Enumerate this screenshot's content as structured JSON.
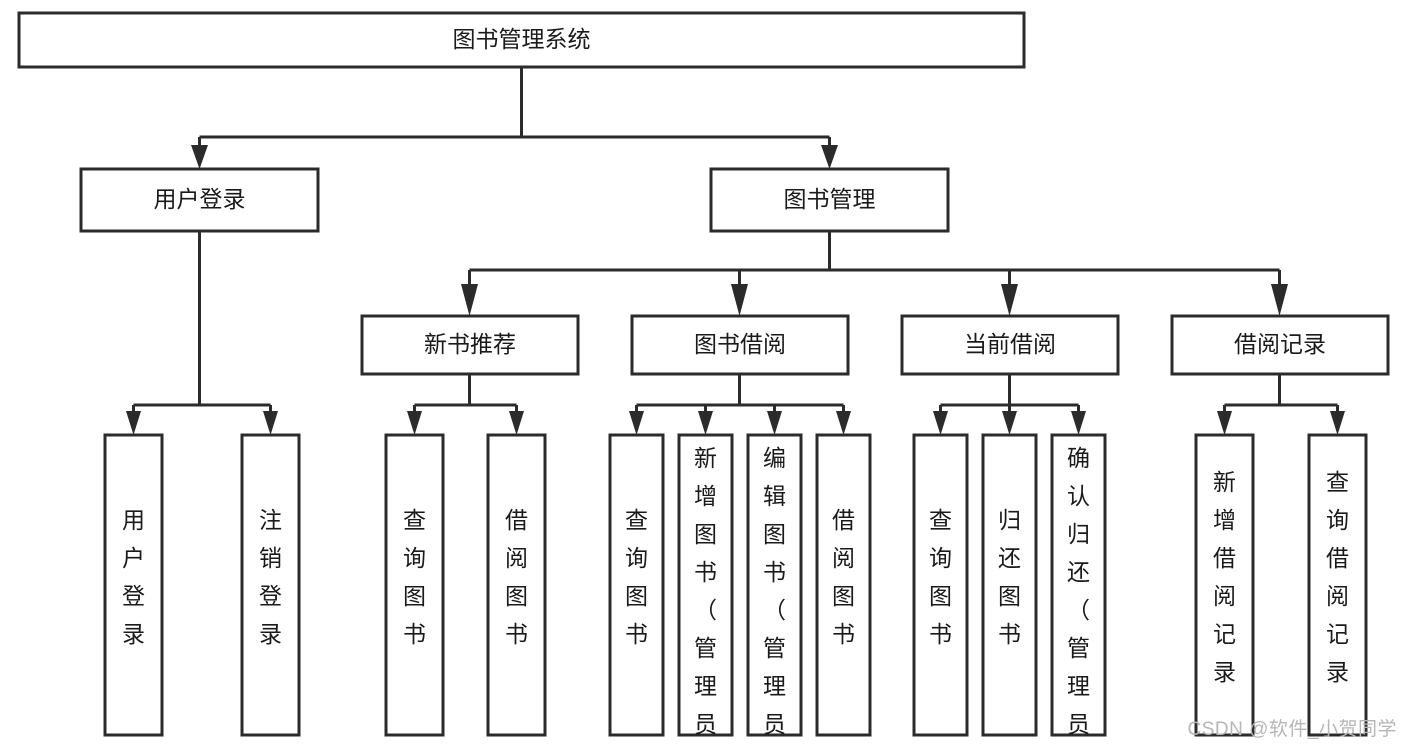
{
  "diagram": {
    "type": "tree",
    "title": "图书管理系统",
    "watermark": "CSDN @软件_小贺同学",
    "colors": {
      "stroke": "#2b2b2b",
      "fill": "#ffffff",
      "text": "#1a1a1a",
      "watermark": "#b6b6b6",
      "background": "#ffffff"
    },
    "levels": [
      {
        "level": 1,
        "nodes": [
          {
            "id": "root",
            "label": "图书管理系统",
            "orientation": "horizontal"
          }
        ]
      },
      {
        "level": 2,
        "nodes": [
          {
            "id": "user-login",
            "label": "用户登录",
            "orientation": "horizontal",
            "parent": "root"
          },
          {
            "id": "book-manage",
            "label": "图书管理",
            "orientation": "horizontal",
            "parent": "root"
          }
        ]
      },
      {
        "level": 3,
        "nodes": [
          {
            "id": "new-book-rec",
            "label": "新书推荐",
            "orientation": "horizontal",
            "parent": "book-manage"
          },
          {
            "id": "book-borrow",
            "label": "图书借阅",
            "orientation": "horizontal",
            "parent": "book-manage"
          },
          {
            "id": "current-borrow",
            "label": "当前借阅",
            "orientation": "horizontal",
            "parent": "book-manage"
          },
          {
            "id": "borrow-record",
            "label": "借阅记录",
            "orientation": "horizontal",
            "parent": "book-manage"
          }
        ]
      },
      {
        "level": 4,
        "nodes": [
          {
            "id": "leaf-user-login",
            "label": "用户登录",
            "orientation": "vertical",
            "parent": "user-login"
          },
          {
            "id": "leaf-logout",
            "label": "注销登录",
            "orientation": "vertical",
            "parent": "user-login"
          },
          {
            "id": "leaf-query-book-1",
            "label": "查询图书",
            "orientation": "vertical",
            "parent": "new-book-rec"
          },
          {
            "id": "leaf-borrow-book-1",
            "label": "借阅图书",
            "orientation": "vertical",
            "parent": "new-book-rec"
          },
          {
            "id": "leaf-query-book-2",
            "label": "查询图书",
            "orientation": "vertical",
            "parent": "book-borrow"
          },
          {
            "id": "leaf-add-book",
            "label": "新增图书（管理员）",
            "orientation": "vertical",
            "parent": "book-borrow"
          },
          {
            "id": "leaf-edit-book",
            "label": "编辑图书（管理员）",
            "orientation": "vertical",
            "parent": "book-borrow"
          },
          {
            "id": "leaf-borrow-book-2",
            "label": "借阅图书",
            "orientation": "vertical",
            "parent": "book-borrow"
          },
          {
            "id": "leaf-query-book-3",
            "label": "查询图书",
            "orientation": "vertical",
            "parent": "current-borrow"
          },
          {
            "id": "leaf-return-book",
            "label": "归还图书",
            "orientation": "vertical",
            "parent": "current-borrow"
          },
          {
            "id": "leaf-confirm-return",
            "label": "确认归还（管理员）",
            "orientation": "vertical",
            "parent": "current-borrow"
          },
          {
            "id": "leaf-add-record",
            "label": "新增借阅记录",
            "orientation": "vertical",
            "parent": "borrow-record"
          },
          {
            "id": "leaf-query-record",
            "label": "查询借阅记录",
            "orientation": "vertical",
            "parent": "borrow-record"
          }
        ]
      }
    ]
  }
}
